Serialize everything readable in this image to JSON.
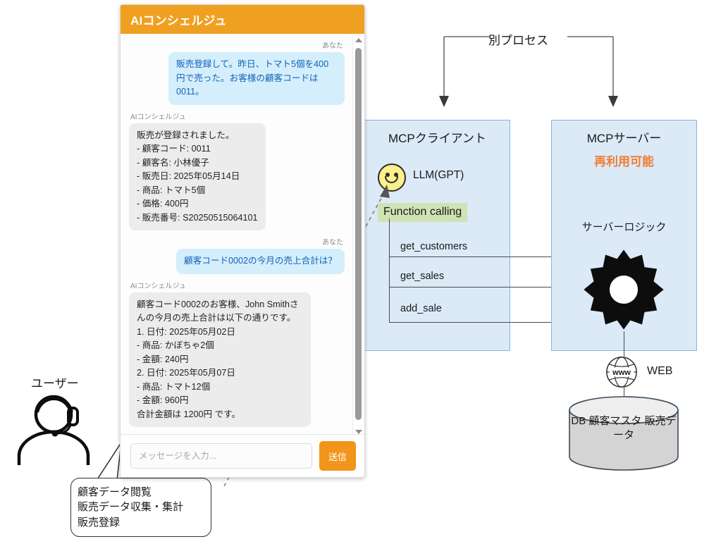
{
  "chat": {
    "header_title": "AIコンシェルジュ",
    "user_label": "あなた",
    "bot_label": "AIコンシェルジュ",
    "messages": [
      {
        "role": "user",
        "who": "あなた",
        "text": "販売登録して。昨日、トマト5個を400円で売った。お客様の顧客コードは0011。"
      },
      {
        "role": "bot",
        "who": "AIコンシェルジュ",
        "text": "販売が登録されました。\n- 顧客コード: 0011\n- 顧客名: 小林優子\n- 販売日: 2025年05月14日\n- 商品: トマト5個\n- 価格: 400円\n- 販売番号: S20250515064101"
      },
      {
        "role": "user",
        "who": "あなた",
        "text": "顧客コード0002の今月の売上合計は？"
      },
      {
        "role": "bot",
        "who": "AIコンシェルジュ",
        "text": "顧客コード0002のお客様、John Smithさんの今月の売上合計は以下の通りです。\n1. 日付: 2025年05月02日\n- 商品: かぼちゃ2個\n- 金額: 240円\n2. 日付: 2025年05月07日\n- 商品: トマト12個\n- 金額: 960円\n合計金額は 1200円 です。"
      }
    ],
    "input_placeholder": "メッセージを入力...",
    "send_label": "送信",
    "scroll_up_icon": "triangle-up-icon",
    "scroll_down_icon": "triangle-down-icon"
  },
  "diagram": {
    "bracket_label": "別プロセス",
    "client": {
      "title": "MCPクライアント",
      "llm_label": "LLM(GPT)",
      "smiley_icon": "smiley-face-icon",
      "function_calling_label": "Function calling",
      "functions": [
        "get_customers",
        "get_sales",
        "add_sale"
      ]
    },
    "server": {
      "title": "MCPサーバー",
      "reusable_label": "再利用可能",
      "server_logic_label": "サーバーロジック",
      "gear_icon": "gear-icon",
      "web_label": "WEB",
      "globe_icon": "globe-www-icon",
      "db_icon": "database-cylinder-icon",
      "db_lines": "DB\n顧客マスタ\n販売データ"
    }
  },
  "user": {
    "label": "ユーザー",
    "figure_icon": "headset-user-icon",
    "callout_text": "顧客データ閲覧\n販売データ収集・集計\n販売登録"
  },
  "colors": {
    "header_orange": "#f0a020",
    "send_orange": "#f2951c",
    "user_bubble": "#d4eefb",
    "user_bubble_text": "#1161b8",
    "bot_bubble": "#ececec",
    "process_box": "#dce9f7",
    "process_box_border": "#8ab4e0",
    "highlight_green": "#cfe3b4",
    "reuse_orange": "#ed7d31",
    "smiley_yellow": "#fbf08a",
    "db_gray": "#d4d4d4"
  }
}
